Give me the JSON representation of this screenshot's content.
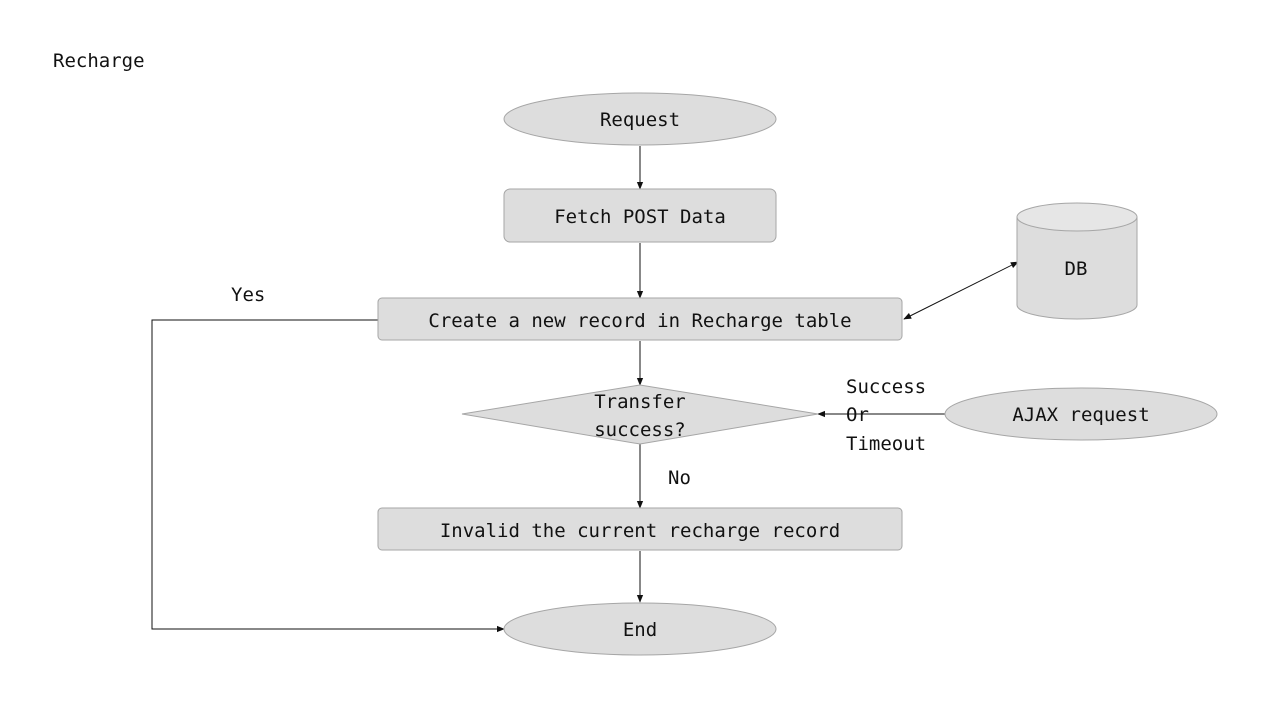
{
  "title": "Recharge",
  "nodes": {
    "request": "Request",
    "fetch": "Fetch POST Data",
    "create": "Create a new record in Recharge table",
    "decision_line1": "Transfer",
    "decision_line2": "success?",
    "invalid": "Invalid the current recharge record",
    "end": "End",
    "db": "DB",
    "ajax": "AJAX request"
  },
  "labels": {
    "yes": "Yes",
    "no": "No",
    "ajax_line1": "Success",
    "ajax_line2": "Or",
    "ajax_line3": "Timeout"
  },
  "colors": {
    "shape_fill": "#dddddd",
    "shape_stroke": "#a6a6a6",
    "line": "#111111"
  }
}
